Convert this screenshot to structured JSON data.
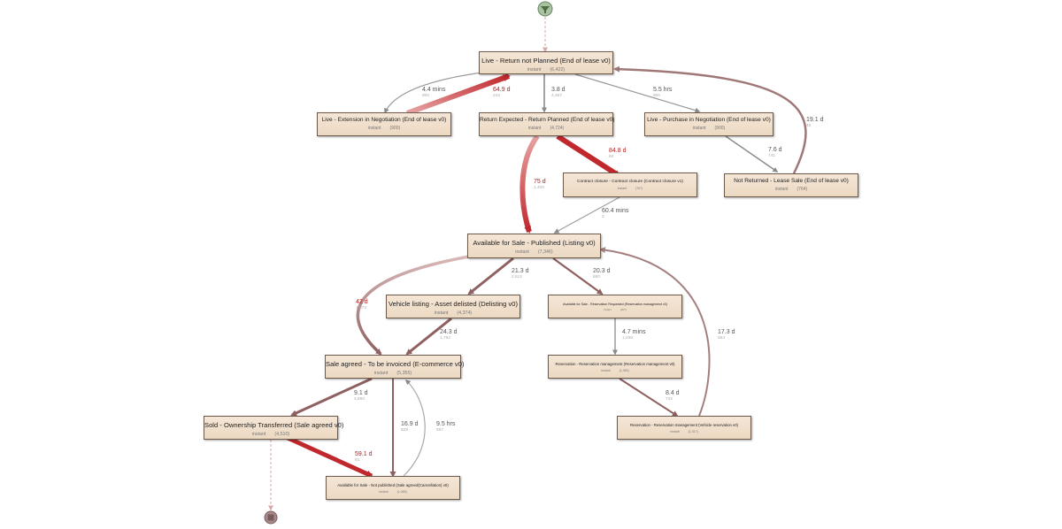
{
  "nodes": {
    "live_return": {
      "title": "Live - Return not Planned (End of lease v0)",
      "duration": "instant",
      "count": "(6,422)"
    },
    "ext_negotiation": {
      "title": "Live - Extension in Negotiation (End of lease v0)",
      "duration": "instant",
      "count": "(900)"
    },
    "return_expected": {
      "title": "Return Expected - Return Planned (End of lease v0)",
      "duration": "instant",
      "count": "(4,724)"
    },
    "purchase_negotiation": {
      "title": "Live - Purchase in Negotiation (End of lease v0)",
      "duration": "instant",
      "count": "(900)"
    },
    "contract_closure": {
      "title": "Contract closure - Contract closure (Contract closure v1)",
      "duration": "instant",
      "count": "(757)"
    },
    "not_returned": {
      "title": "Not Returned - Lease Sale (End of lease v0)",
      "duration": "instant",
      "count": "(764)"
    },
    "available_published": {
      "title": "Available for Sale - Published (Listing v0)",
      "duration": "instant",
      "count": "(7,346)"
    },
    "vehicle_listing": {
      "title": "Vehicle listing  - Asset delisted (Delisting v0)",
      "duration": "instant",
      "count": "(4,374)"
    },
    "reservation_requested": {
      "title": "Available for Sale - Reservation Requested (Reservation management v0)",
      "duration": "instant",
      "count": "(907)"
    },
    "sale_agreed": {
      "title": "Sale agreed - To be invoiced (E-commerce v0)",
      "duration": "instant",
      "count": "(5,355)"
    },
    "reservation_mgmt": {
      "title": "Reservation - Reservation management (Reservation management v0)",
      "duration": "instant",
      "count": "(1,050)"
    },
    "sold": {
      "title": "Sold - Ownership Transferred (Sale agreed v0)",
      "duration": "instant",
      "count": "(4,510)"
    },
    "reservation_vehicle": {
      "title": "Reservation - Reservation management (Vehicle reservation v0)",
      "duration": "instant",
      "count": "(1,017)"
    },
    "not_published": {
      "title": "Available for Sale - Not published (Sale agreed(Cancellation) v0)",
      "duration": "instant",
      "count": "(1,065)"
    }
  },
  "edges": {
    "e1": {
      "value": "4.4 mins",
      "count": "900"
    },
    "e2": {
      "value": "64.9 d",
      "count": "242"
    },
    "e3": {
      "value": "3.8 d",
      "count": "4,367"
    },
    "e4": {
      "value": "5.5 hrs",
      "count": "900"
    },
    "e5": {
      "value": "19.1 d",
      "count": "40"
    },
    "e6": {
      "value": "84.8 d",
      "count": "84"
    },
    "e7": {
      "value": "75 d",
      "count": "1,400"
    },
    "e8": {
      "value": "7.6 d",
      "count": "741"
    },
    "e9": {
      "value": "60.4 mins",
      "count": "2"
    },
    "e10": {
      "value": "21.3 d",
      "count": "2,812"
    },
    "e11": {
      "value": "20.3 d",
      "count": "890"
    },
    "e12": {
      "value": "42 d",
      "count": "1,873"
    },
    "e13": {
      "value": "24.3 d",
      "count": "1,762"
    },
    "e14": {
      "value": "4.7 mins",
      "count": "1,036"
    },
    "e15": {
      "value": "17.3 d",
      "count": "654"
    },
    "e16": {
      "value": "9.1 d",
      "count": "4,880"
    },
    "e17": {
      "value": "8.4 d",
      "count": "732"
    },
    "e18": {
      "value": "16.9 d",
      "count": "828"
    },
    "e19": {
      "value": "9.5 hrs",
      "count": "857"
    },
    "e20": {
      "value": "59.1 d",
      "count": "81"
    }
  },
  "colors": {
    "node_border": "#6d5a4a",
    "edge_gray": "#8a8a8a",
    "edge_mauve": "#8f6060",
    "edge_red": "#c0282d",
    "start_node": "#a9c3a0",
    "end_node": "#a88a8a"
  },
  "icons": {
    "start": "filter-icon",
    "end": "stop-icon"
  }
}
